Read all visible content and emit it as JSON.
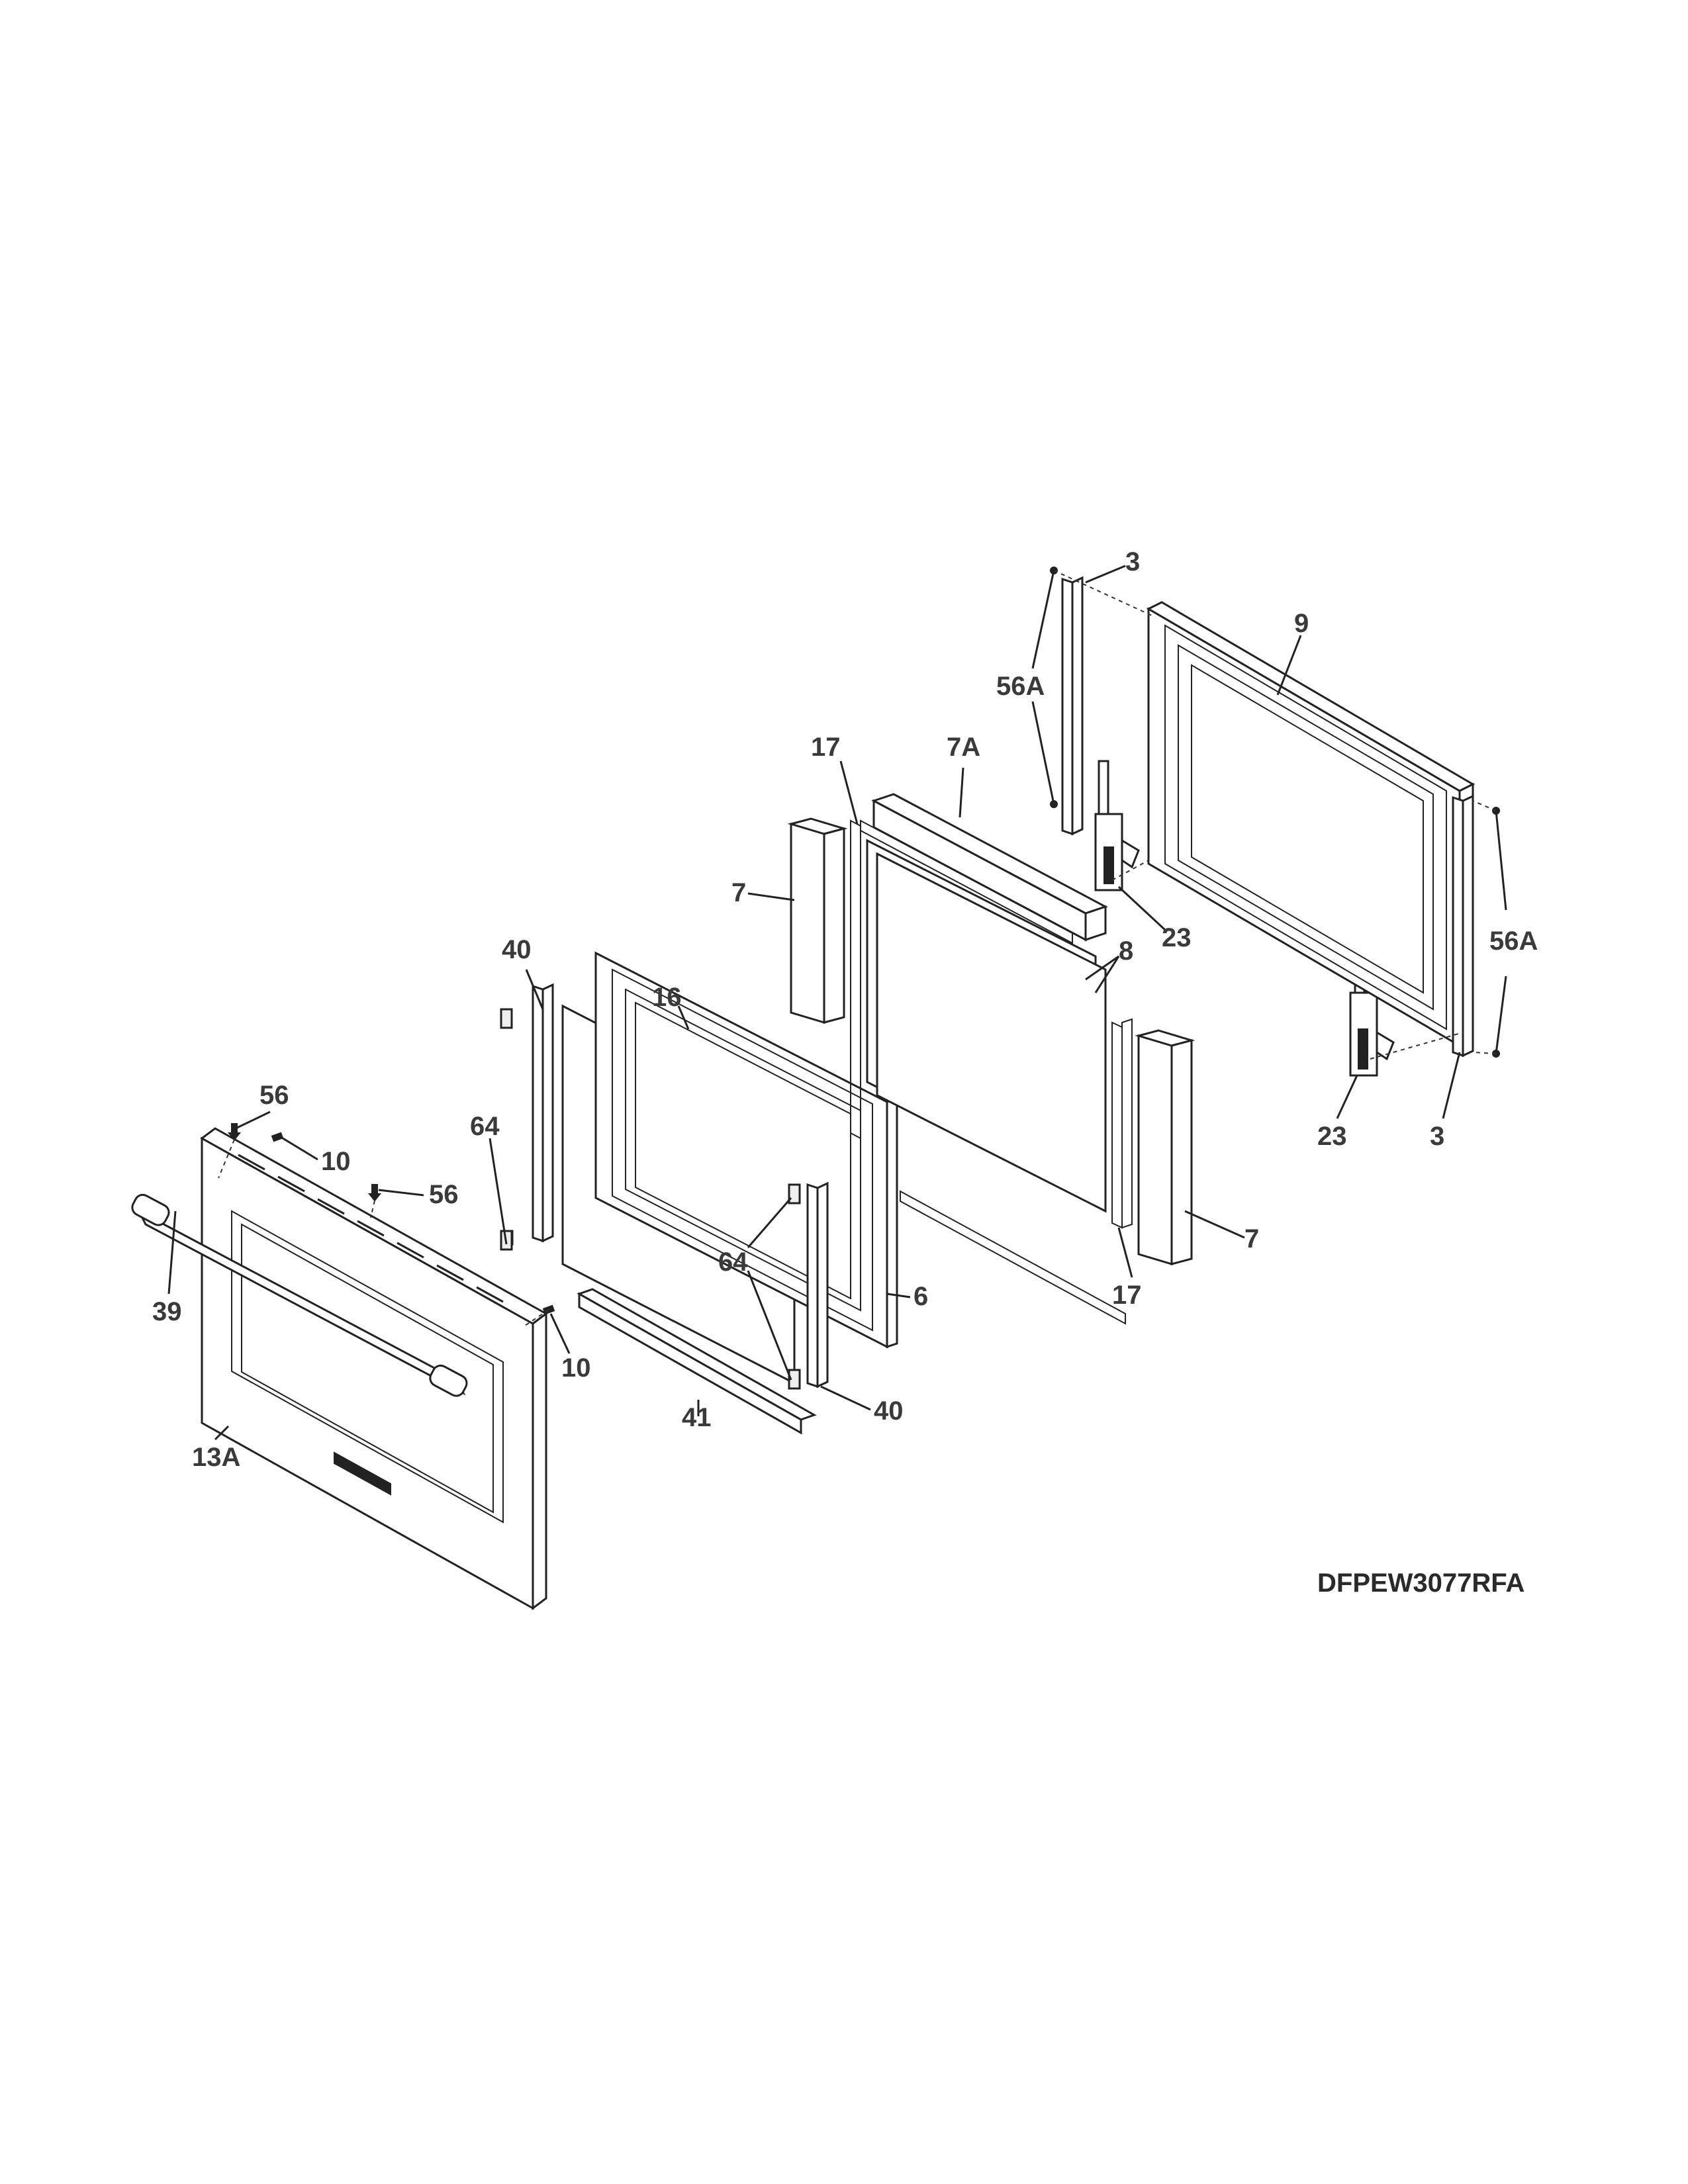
{
  "model_number": "DFPEW3077RFA",
  "callouts": {
    "p3_top": "3",
    "p3_bottom": "3",
    "p9": "9",
    "p56A_left": "56A",
    "p56A_right": "56A",
    "p17_top": "17",
    "p17_bottom": "17",
    "p7A": "7A",
    "p7_left": "7",
    "p7_right": "7",
    "p8": "8",
    "p23_top": "23",
    "p23_bottom": "23",
    "p40_top": "40",
    "p40_bottom": "40",
    "p16": "16",
    "p6": "6",
    "p64_left": "64",
    "p64_right": "64",
    "p41": "41",
    "p56_top": "56",
    "p56_mid": "56",
    "p10_top": "10",
    "p10_bottom": "10",
    "p39": "39",
    "p13A": "13A"
  }
}
